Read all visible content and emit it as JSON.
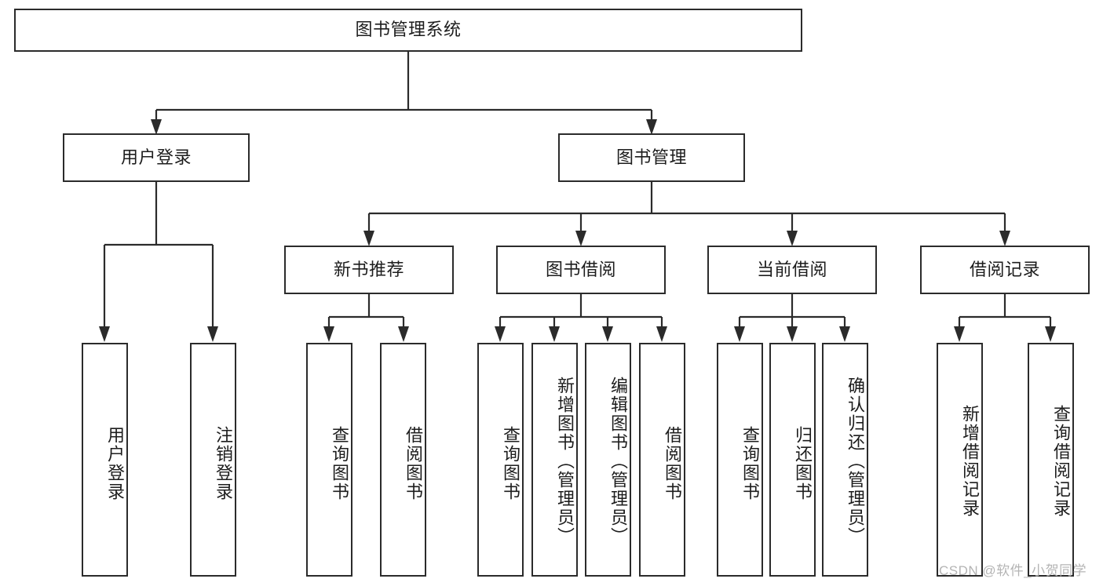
{
  "diagram": {
    "type": "hierarchy-tree",
    "title": "图书管理系统",
    "watermark": "CSDN @软件_小贺同学",
    "colors": {
      "box_border": "#2b2b2b",
      "box_fill": "#ffffff",
      "edge": "#2b2b2b",
      "text": "#1d1d1d",
      "watermark": "#b4b4b4"
    },
    "levels": {
      "root": {
        "label": "图书管理系统"
      },
      "level2": [
        {
          "label": "用户登录"
        },
        {
          "label": "图书管理"
        }
      ],
      "level3": [
        {
          "label": "新书推荐"
        },
        {
          "label": "图书借阅"
        },
        {
          "label": "当前借阅"
        },
        {
          "label": "借阅记录"
        }
      ],
      "leaves": {
        "user_login": [
          {
            "label": "用户登录"
          },
          {
            "label": "注销登录"
          }
        ],
        "new_book_recommend": [
          {
            "label": "查询图书"
          },
          {
            "label": "借阅图书"
          }
        ],
        "book_borrow": [
          {
            "label": "查询图书"
          },
          {
            "label": "新增图书（管理员）"
          },
          {
            "label": "编辑图书（管理员）"
          },
          {
            "label": "借阅图书"
          }
        ],
        "current_borrow": [
          {
            "label": "查询图书"
          },
          {
            "label": "归还图书"
          },
          {
            "label": "确认归还（管理员）"
          }
        ],
        "borrow_record": [
          {
            "label": "新增借阅记录"
          },
          {
            "label": "查询借阅记录"
          }
        ]
      }
    }
  }
}
